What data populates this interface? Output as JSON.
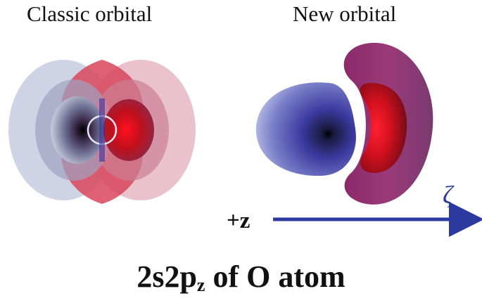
{
  "titles": {
    "classic": "Classic orbital",
    "new": "New orbital"
  },
  "axis": {
    "plus_z": "+z",
    "zeta": "ζ"
  },
  "caption": {
    "main": "2s2p",
    "subscript": "z",
    "rest": " of O atom"
  },
  "colors": {
    "positive_lobe": "#c8102e",
    "negative_lobe": "#2c3a9a",
    "arrow": "#2b3a9c"
  }
}
